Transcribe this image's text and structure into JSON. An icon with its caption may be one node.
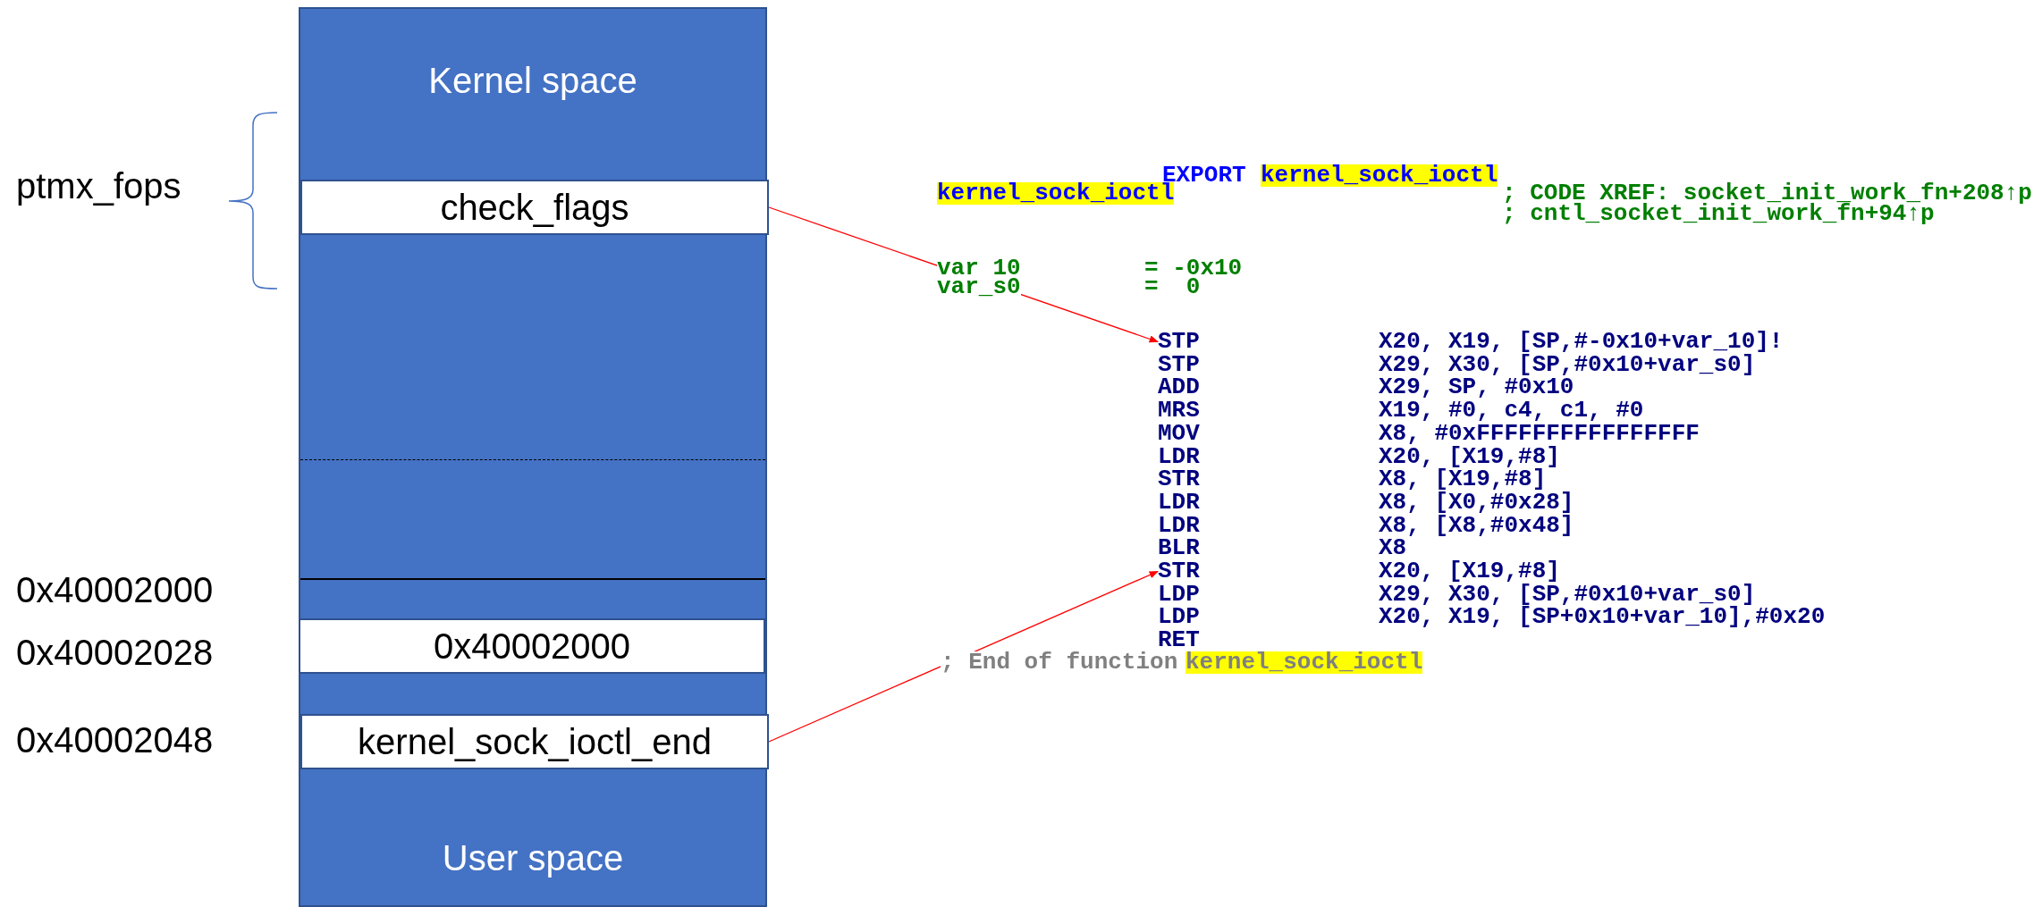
{
  "diagram": {
    "nodes": [
      {
        "text": [
          "Kernel space",
          "User space"
        ]
      },
      {
        "text": [
          "check_flags"
        ],
        "in": 0
      },
      {
        "text": [
          "0x40002000"
        ],
        "in": 0
      },
      {
        "text": [
          "kernel_sock_ioctl_end"
        ],
        "in": 0
      },
      {
        "text": [
          "STP"
        ]
      },
      {
        "text": [
          "STR"
        ]
      }
    ],
    "edges": [
      {
        "from": 1,
        "to": 4,
        "arrow": "to",
        "color": "#ff0000"
      },
      {
        "from": 3,
        "to": 5,
        "arrow": "to",
        "color": "#ff0000"
      }
    ],
    "labels": [
      "ptmx_fops",
      "0x40002000",
      "0x40002028",
      "0x40002048",
      "EXPORT",
      "kernel_sock_ioctl",
      "kernel_sock_ioctl",
      "; CODE XREF: socket_init_work_fn+208↑p",
      "; cntl_socket_init_work_fn+94↑p",
      "var_10",
      "= -0x10",
      "var_s0",
      "=  0",
      "X20, X19, [SP,#-0x10+var_10]!",
      "STP",
      "X29, X30, [SP,#0x10+var_s0]",
      "ADD",
      "X29, SP, #0x10",
      "MRS",
      "X19, #0, c4, c1, #0",
      "MOV",
      "X8, #0xFFFFFFFFFFFFFFFF",
      "LDR",
      "X20, [X19,#8]",
      "STR",
      "X8, [X19,#8]",
      "LDR",
      "X8, [X0,#0x28]",
      "LDR",
      "X8, [X8,#0x48]",
      "BLR",
      "X8",
      "X20, [X19,#8]",
      "LDP",
      "X29, X30, [SP,#0x10+var_s0]",
      "LDP",
      "X20, X19, [SP+0x10+var_10],#0x20",
      "RET",
      "; End of function",
      "kernel_sock_ioctl"
    ]
  }
}
